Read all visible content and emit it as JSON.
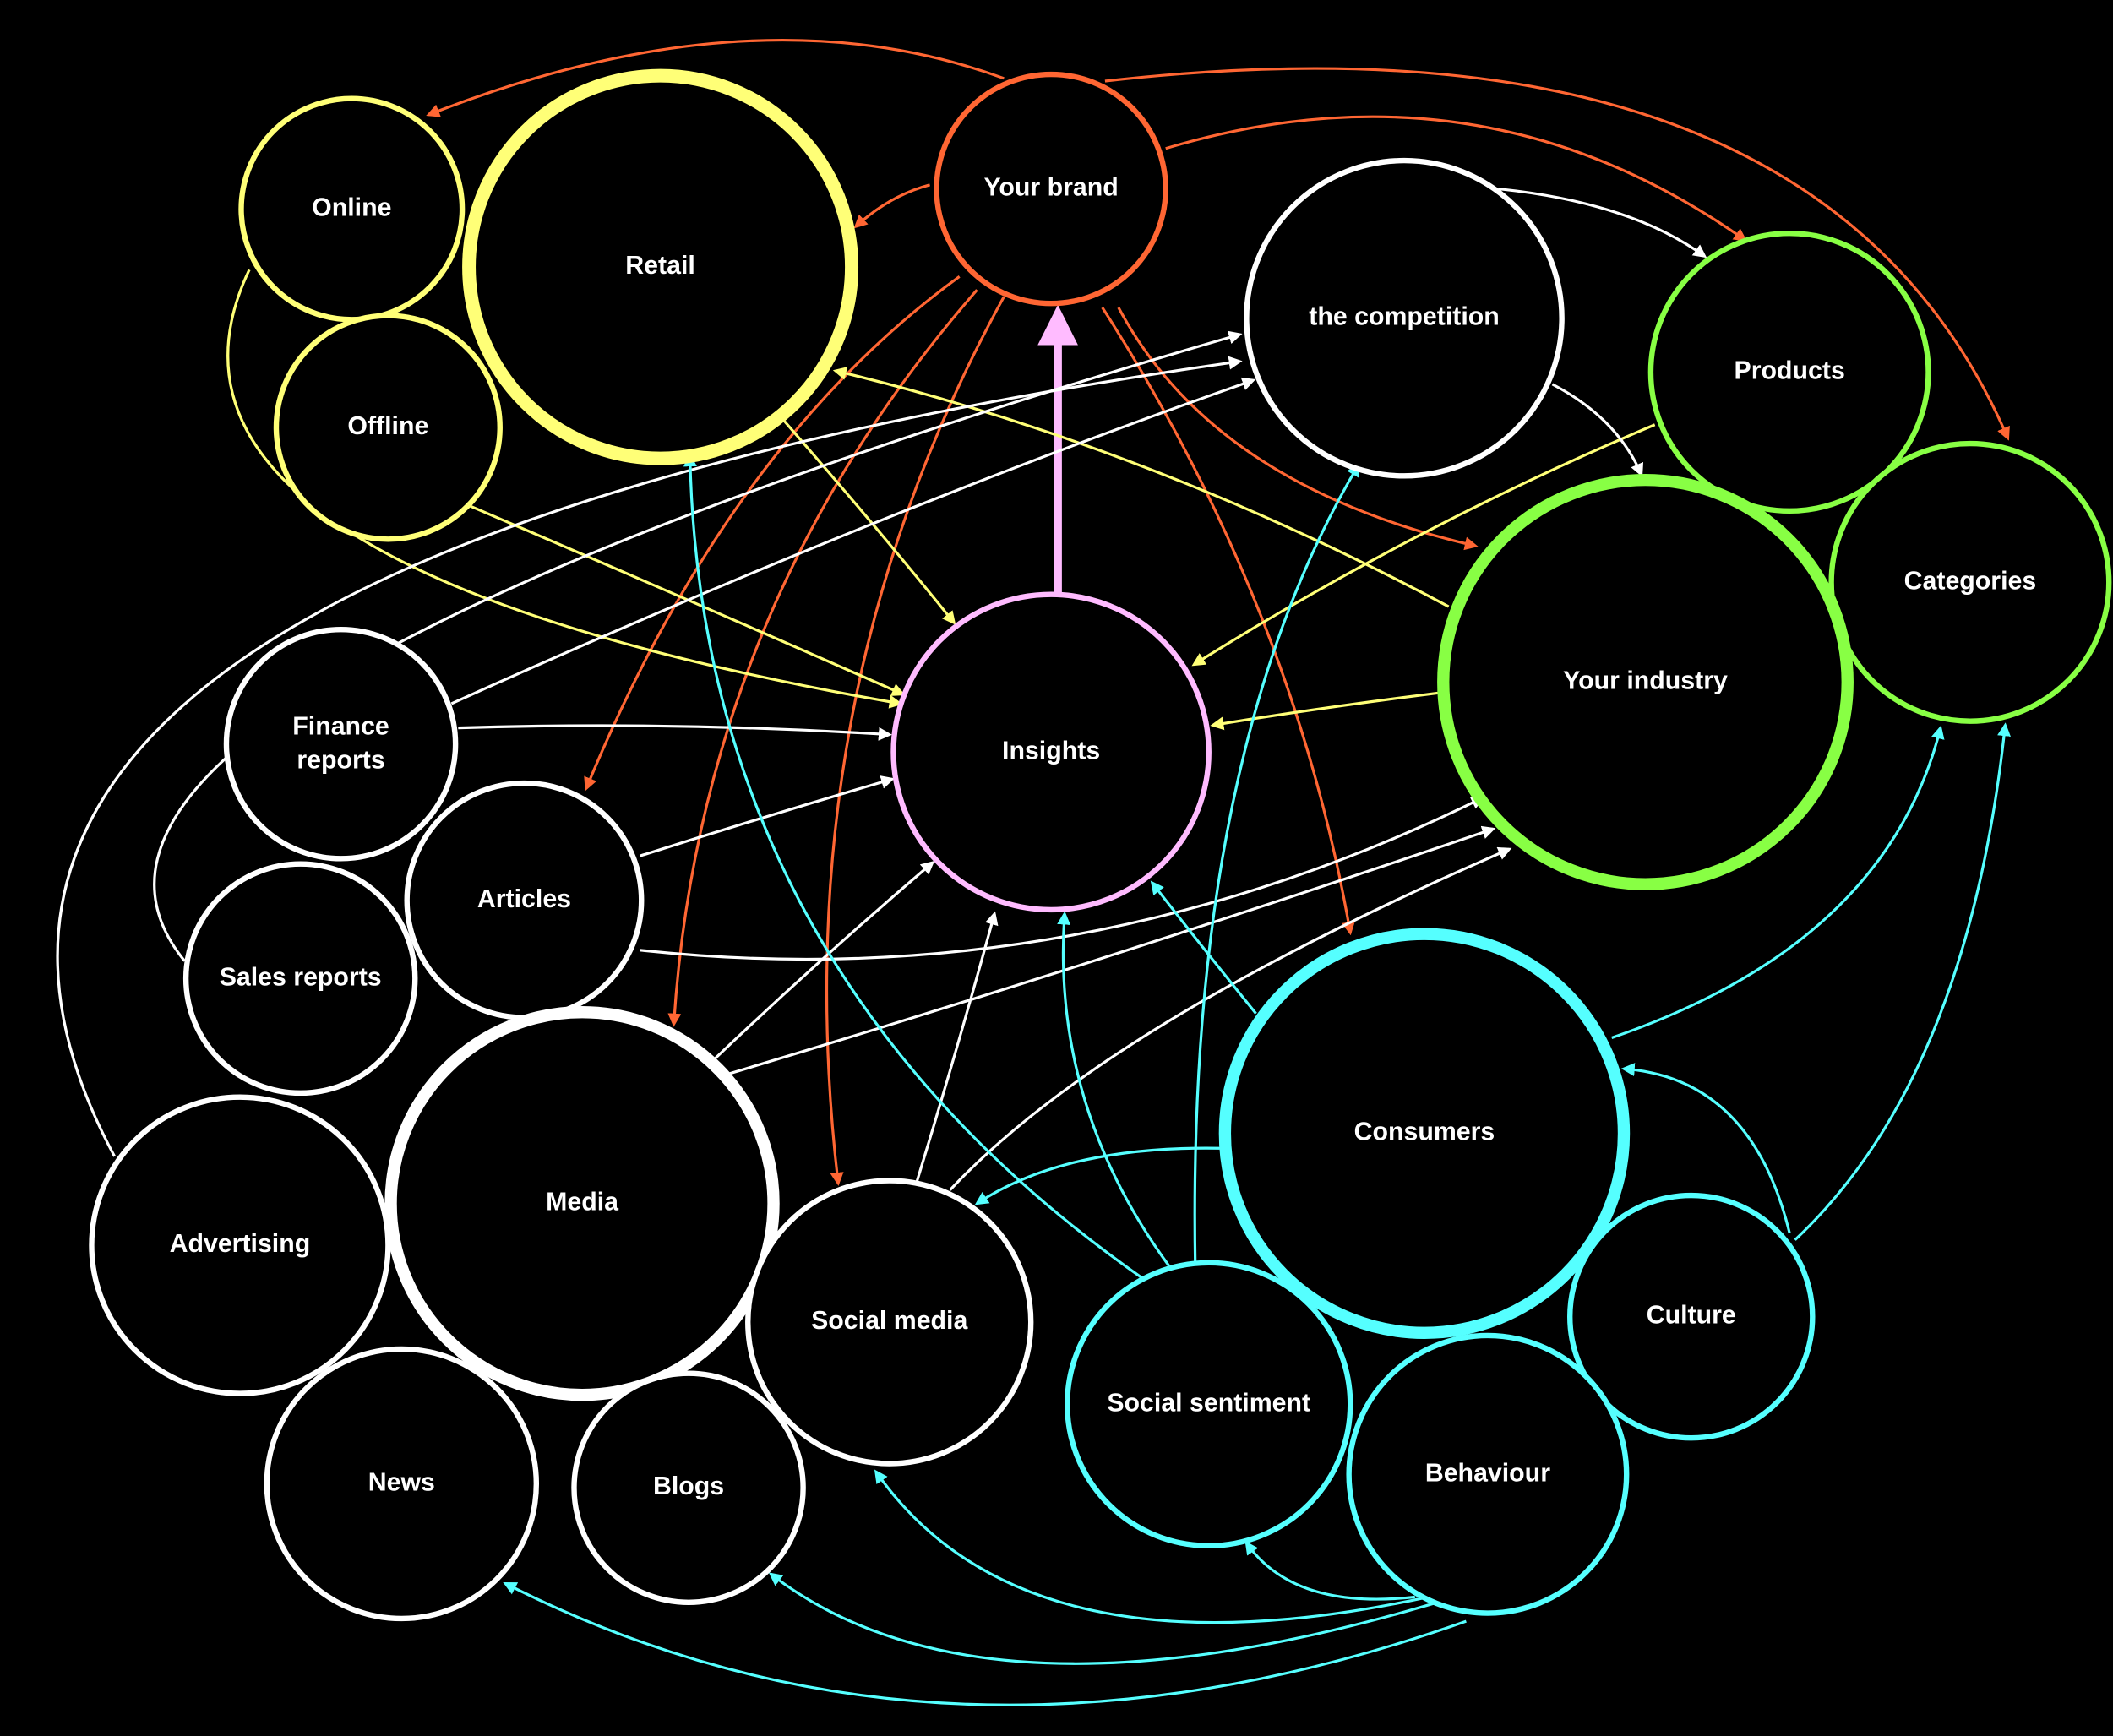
{
  "colors": {
    "brand": "#ff6633",
    "retail": "#ffff77",
    "industry": "#88ff44",
    "sources": "#ffffff",
    "consumers": "#55ffff",
    "insights": "#ffbbff",
    "background": "#000000"
  },
  "nodes": [
    {
      "id": "brand",
      "label": "Your brand",
      "group": "brand"
    },
    {
      "id": "online",
      "label": "Online",
      "group": "retail"
    },
    {
      "id": "retail",
      "label": "Retail",
      "group": "retail"
    },
    {
      "id": "offline",
      "label": "Offline",
      "group": "retail"
    },
    {
      "id": "competition",
      "label": "the competition",
      "group": "sources"
    },
    {
      "id": "products",
      "label": "Products",
      "group": "industry"
    },
    {
      "id": "categories",
      "label": "Categories",
      "group": "industry"
    },
    {
      "id": "industry",
      "label": "Your industry",
      "group": "industry"
    },
    {
      "id": "insights",
      "label": "Insights",
      "group": "insights"
    },
    {
      "id": "finance",
      "label": "Finance",
      "label2": "reports",
      "group": "sources"
    },
    {
      "id": "articles",
      "label": "Articles",
      "group": "sources"
    },
    {
      "id": "sales",
      "label": "Sales reports",
      "group": "sources"
    },
    {
      "id": "media",
      "label": "Media",
      "group": "sources"
    },
    {
      "id": "advertising",
      "label": "Advertising",
      "group": "sources"
    },
    {
      "id": "news",
      "label": "News",
      "group": "sources"
    },
    {
      "id": "blogs",
      "label": "Blogs",
      "group": "sources"
    },
    {
      "id": "social",
      "label": "Social media",
      "group": "sources"
    },
    {
      "id": "consumers",
      "label": "Consumers",
      "group": "consumers"
    },
    {
      "id": "sentiment",
      "label": "Social sentiment",
      "group": "consumers"
    },
    {
      "id": "culture",
      "label": "Culture",
      "group": "consumers"
    },
    {
      "id": "behaviour",
      "label": "Behaviour",
      "group": "consumers"
    }
  ],
  "edges": [
    {
      "from": "brand",
      "to": "online",
      "group": "brand"
    },
    {
      "from": "brand",
      "to": "retail",
      "group": "brand"
    },
    {
      "from": "brand",
      "to": "products",
      "group": "brand"
    },
    {
      "from": "brand",
      "to": "categories",
      "group": "brand"
    },
    {
      "from": "brand",
      "to": "articles",
      "group": "brand"
    },
    {
      "from": "brand",
      "to": "media",
      "group": "brand"
    },
    {
      "from": "brand",
      "to": "social",
      "group": "brand"
    },
    {
      "from": "brand",
      "to": "industry",
      "group": "brand"
    },
    {
      "from": "brand",
      "to": "consumers",
      "group": "brand"
    },
    {
      "from": "insights",
      "to": "brand",
      "group": "insights"
    },
    {
      "from": "online",
      "to": "insights",
      "group": "retail"
    },
    {
      "from": "offline",
      "to": "insights",
      "group": "retail"
    },
    {
      "from": "retail",
      "to": "insights",
      "group": "retail"
    },
    {
      "from": "industry",
      "to": "retail",
      "group": "retail"
    },
    {
      "from": "products",
      "to": "insights",
      "group": "retail"
    },
    {
      "from": "industry",
      "to": "insights",
      "group": "retail"
    },
    {
      "from": "finance",
      "to": "insights",
      "group": "sources"
    },
    {
      "from": "finance",
      "to": "competition",
      "group": "sources"
    },
    {
      "from": "articles",
      "to": "insights",
      "group": "sources"
    },
    {
      "from": "articles",
      "to": "industry",
      "group": "sources"
    },
    {
      "from": "sales",
      "to": "competition",
      "group": "sources"
    },
    {
      "from": "advertising",
      "to": "competition",
      "group": "sources"
    },
    {
      "from": "media",
      "to": "insights",
      "group": "sources"
    },
    {
      "from": "media",
      "to": "industry",
      "group": "sources"
    },
    {
      "from": "social",
      "to": "insights",
      "group": "sources"
    },
    {
      "from": "social",
      "to": "industry",
      "group": "sources"
    },
    {
      "from": "competition",
      "to": "products",
      "group": "sources"
    },
    {
      "from": "competition",
      "to": "industry",
      "group": "sources"
    },
    {
      "from": "sentiment",
      "to": "retail",
      "group": "consumers"
    },
    {
      "from": "sentiment",
      "to": "competition",
      "group": "consumers"
    },
    {
      "from": "sentiment",
      "to": "insights",
      "group": "consumers"
    },
    {
      "from": "consumers",
      "to": "insights",
      "group": "consumers"
    },
    {
      "from": "consumers",
      "to": "social",
      "group": "consumers"
    },
    {
      "from": "consumers",
      "to": "categories",
      "group": "consumers"
    },
    {
      "from": "culture",
      "to": "consumers",
      "group": "consumers"
    },
    {
      "from": "culture",
      "to": "categories",
      "group": "consumers"
    },
    {
      "from": "behaviour",
      "to": "sentiment",
      "group": "consumers"
    },
    {
      "from": "behaviour",
      "to": "social",
      "group": "consumers"
    },
    {
      "from": "behaviour",
      "to": "blogs",
      "group": "consumers"
    },
    {
      "from": "behaviour",
      "to": "news",
      "group": "consumers"
    }
  ]
}
